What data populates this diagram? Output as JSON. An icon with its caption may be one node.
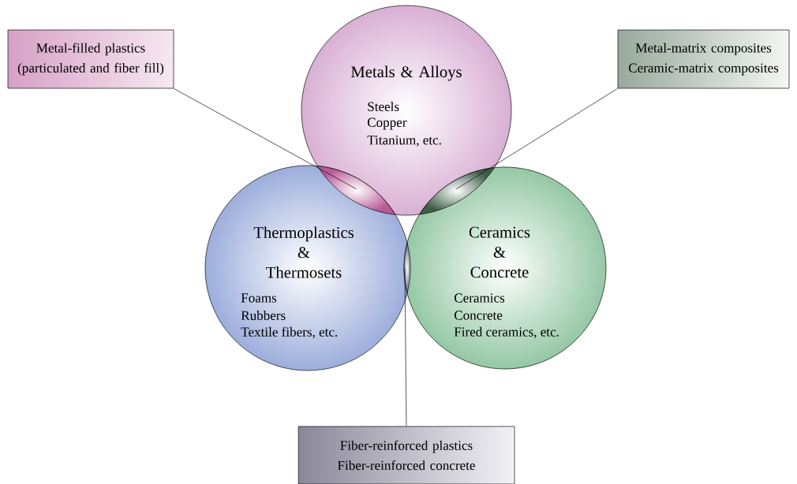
{
  "diagram": {
    "nodes": [
      {
        "text": [
          "Metals & Alloys",
          "Steels",
          "Copper",
          "Titanium, etc."
        ]
      },
      {
        "text": [
          "Thermoplastics & Thermosets",
          "Foams",
          "Rubbers",
          "Textile fibers, etc."
        ]
      },
      {
        "text": [
          "Ceramics & Concrete",
          "Ceramics",
          "Concrete",
          "Fired ceramics, etc."
        ]
      },
      {
        "text": [
          "Metal-filled plastics (particulated and fiber fill)"
        ]
      },
      {
        "text": [
          "Metal-matrix composites Ceramic-matrix composites"
        ]
      },
      {
        "text": [
          "Fiber-reinforced plastics Fiber-reinforced concrete"
        ]
      },
      {
        "text": [],
        "shape": "lens"
      },
      {
        "text": [],
        "shape": "lens"
      },
      {
        "text": [],
        "shape": "lens"
      }
    ],
    "edges": [
      {
        "from": 3,
        "to": 6,
        "arrow": "none"
      },
      {
        "from": 4,
        "to": 7,
        "arrow": "none"
      },
      {
        "from": 5,
        "to": 8,
        "arrow": "none"
      }
    ]
  }
}
